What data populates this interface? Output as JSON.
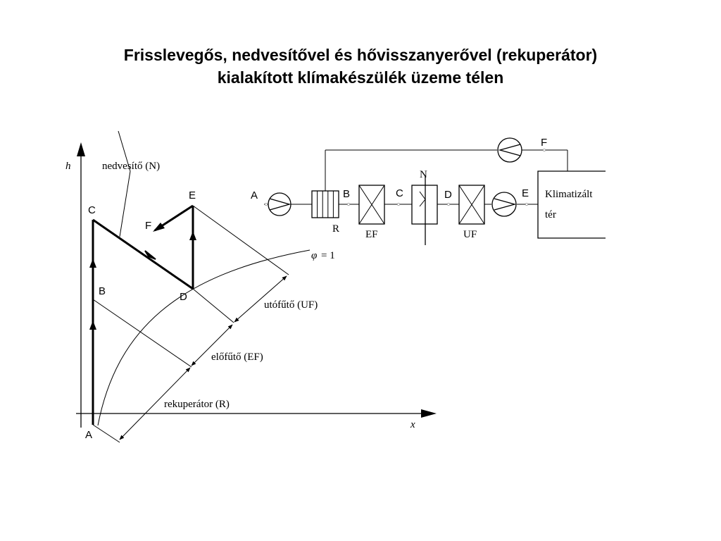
{
  "title": {
    "line1": "Frisslevegős, nedvesítővel és hővisszanyerővel (rekuperátor)",
    "line2": "kialakított klímakészülék üzeme télen"
  },
  "hx_diagram": {
    "axis_y": "h",
    "axis_x": "x",
    "saturation_label_phi": "φ",
    "saturation_label_value": "= 1",
    "points": {
      "A": "A",
      "B": "B",
      "C": "C",
      "D": "D",
      "E": "E",
      "F": "F"
    },
    "labels": {
      "humidifier": "nedvesítő (N)",
      "afterheater": "utófűtő (UF)",
      "preheater": "előfűtő (EF)",
      "recuperator": "rekuperátor (R)"
    }
  },
  "schematic": {
    "points": {
      "A": "A",
      "B": "B",
      "C": "C",
      "D": "D",
      "E": "E",
      "F": "F"
    },
    "components": {
      "recuperator": "R",
      "preheater": "EF",
      "humidifier": "N",
      "afterheater": "UF"
    },
    "room_line1": "Klimatizált",
    "room_line2": "tér"
  }
}
